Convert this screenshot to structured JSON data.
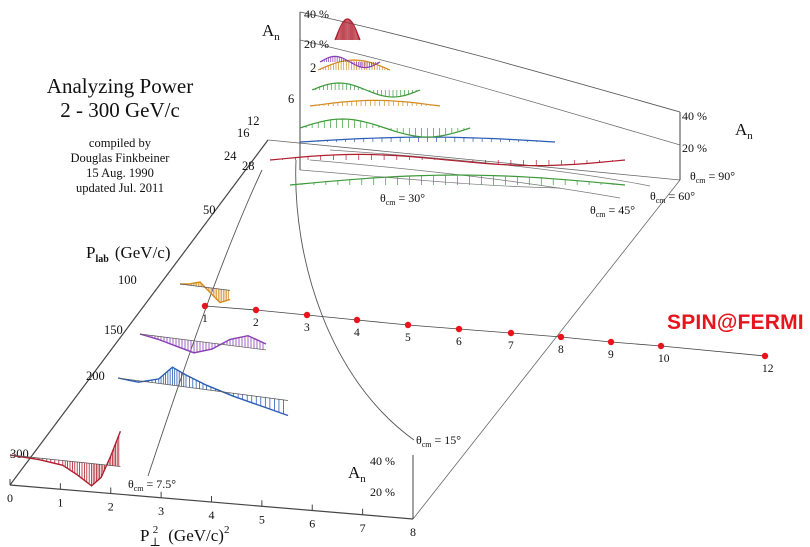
{
  "header": {
    "title_line1": "Analyzing Power",
    "title_line2": "2 - 300 GeV/c",
    "note_line1": "compiled by",
    "note_line2": "Douglas Finkbeiner",
    "note_line3": "15 Aug. 1990",
    "note_line4": "updated Jul. 2011"
  },
  "spin_label": "SPIN@FERMI",
  "chart_data": {
    "type": "line",
    "x_axis": {
      "label": "P",
      "label_sub": "⊥",
      "label_sup": "2",
      "label_units": "(GeV/c)",
      "label_units_sup": "2",
      "ticks": [
        "0",
        "1",
        "2",
        "3",
        "4",
        "5",
        "6",
        "7",
        "8"
      ]
    },
    "y_axis": {
      "label": "P",
      "label_sub": "lab",
      "label_units": "(GeV/c)",
      "ticks": [
        "300",
        "200",
        "150",
        "100",
        "50",
        "28",
        "24",
        "16",
        "12",
        "6",
        "2"
      ]
    },
    "z_axis": {
      "label": "A",
      "label_sub": "n",
      "ticks": [
        "40 %",
        "20 %"
      ]
    },
    "theta_labels": [
      {
        "text": "θ",
        "sub": "cm",
        "value": " = 7.5°"
      },
      {
        "text": "θ",
        "sub": "cm",
        "value": " = 15°"
      },
      {
        "text": "θ",
        "sub": "cm",
        "value": " = 30°"
      },
      {
        "text": "θ",
        "sub": "cm",
        "value": " = 45°"
      },
      {
        "text": "θ",
        "sub": "cm",
        "value": " = 60°"
      },
      {
        "text": "θ",
        "sub": "cm",
        "value": " = 90°"
      }
    ],
    "spin_points": {
      "labels": [
        "1",
        "2",
        "3",
        "4",
        "5",
        "6",
        "7",
        "8",
        "9",
        "10",
        "12"
      ],
      "color": "#e8141b"
    },
    "series": [
      {
        "plab": "300",
        "color": "#b01e2e",
        "x": [
          0,
          0.6,
          1.1,
          1.4,
          1.7,
          1.9,
          2.1,
          2.3
        ],
        "y": [
          0,
          -1,
          -3,
          -8,
          -14,
          -8,
          6,
          22
        ]
      },
      {
        "plab": "200",
        "color": "#2a5db5",
        "x": [
          0,
          0.6,
          1.2,
          1.6,
          2.0,
          2.6,
          3.4,
          4.2,
          5.0
        ],
        "y": [
          0,
          -1,
          3,
          12,
          8,
          3,
          -2,
          -6,
          -10
        ]
      },
      {
        "plab": "150",
        "color": "#8a3fb5",
        "x": [
          0,
          0.6,
          1.2,
          1.8,
          2.4,
          3.0,
          3.6,
          4.2
        ],
        "y": [
          0,
          -2,
          -5,
          -8,
          -4,
          4,
          8,
          4
        ]
      },
      {
        "plab": "100",
        "color": "#d58a20",
        "x": [
          0,
          0.4,
          0.8,
          1.2,
          1.6,
          2.0
        ],
        "y": [
          0,
          1,
          3,
          -3,
          -9,
          -6
        ]
      }
    ]
  },
  "colors": {
    "accent_red": "#e8141b",
    "orange": "#d58a20",
    "purple": "#8a3fb5",
    "blue": "#2a5db5",
    "green": "#3c9a3a",
    "crimson": "#b01e2e"
  }
}
